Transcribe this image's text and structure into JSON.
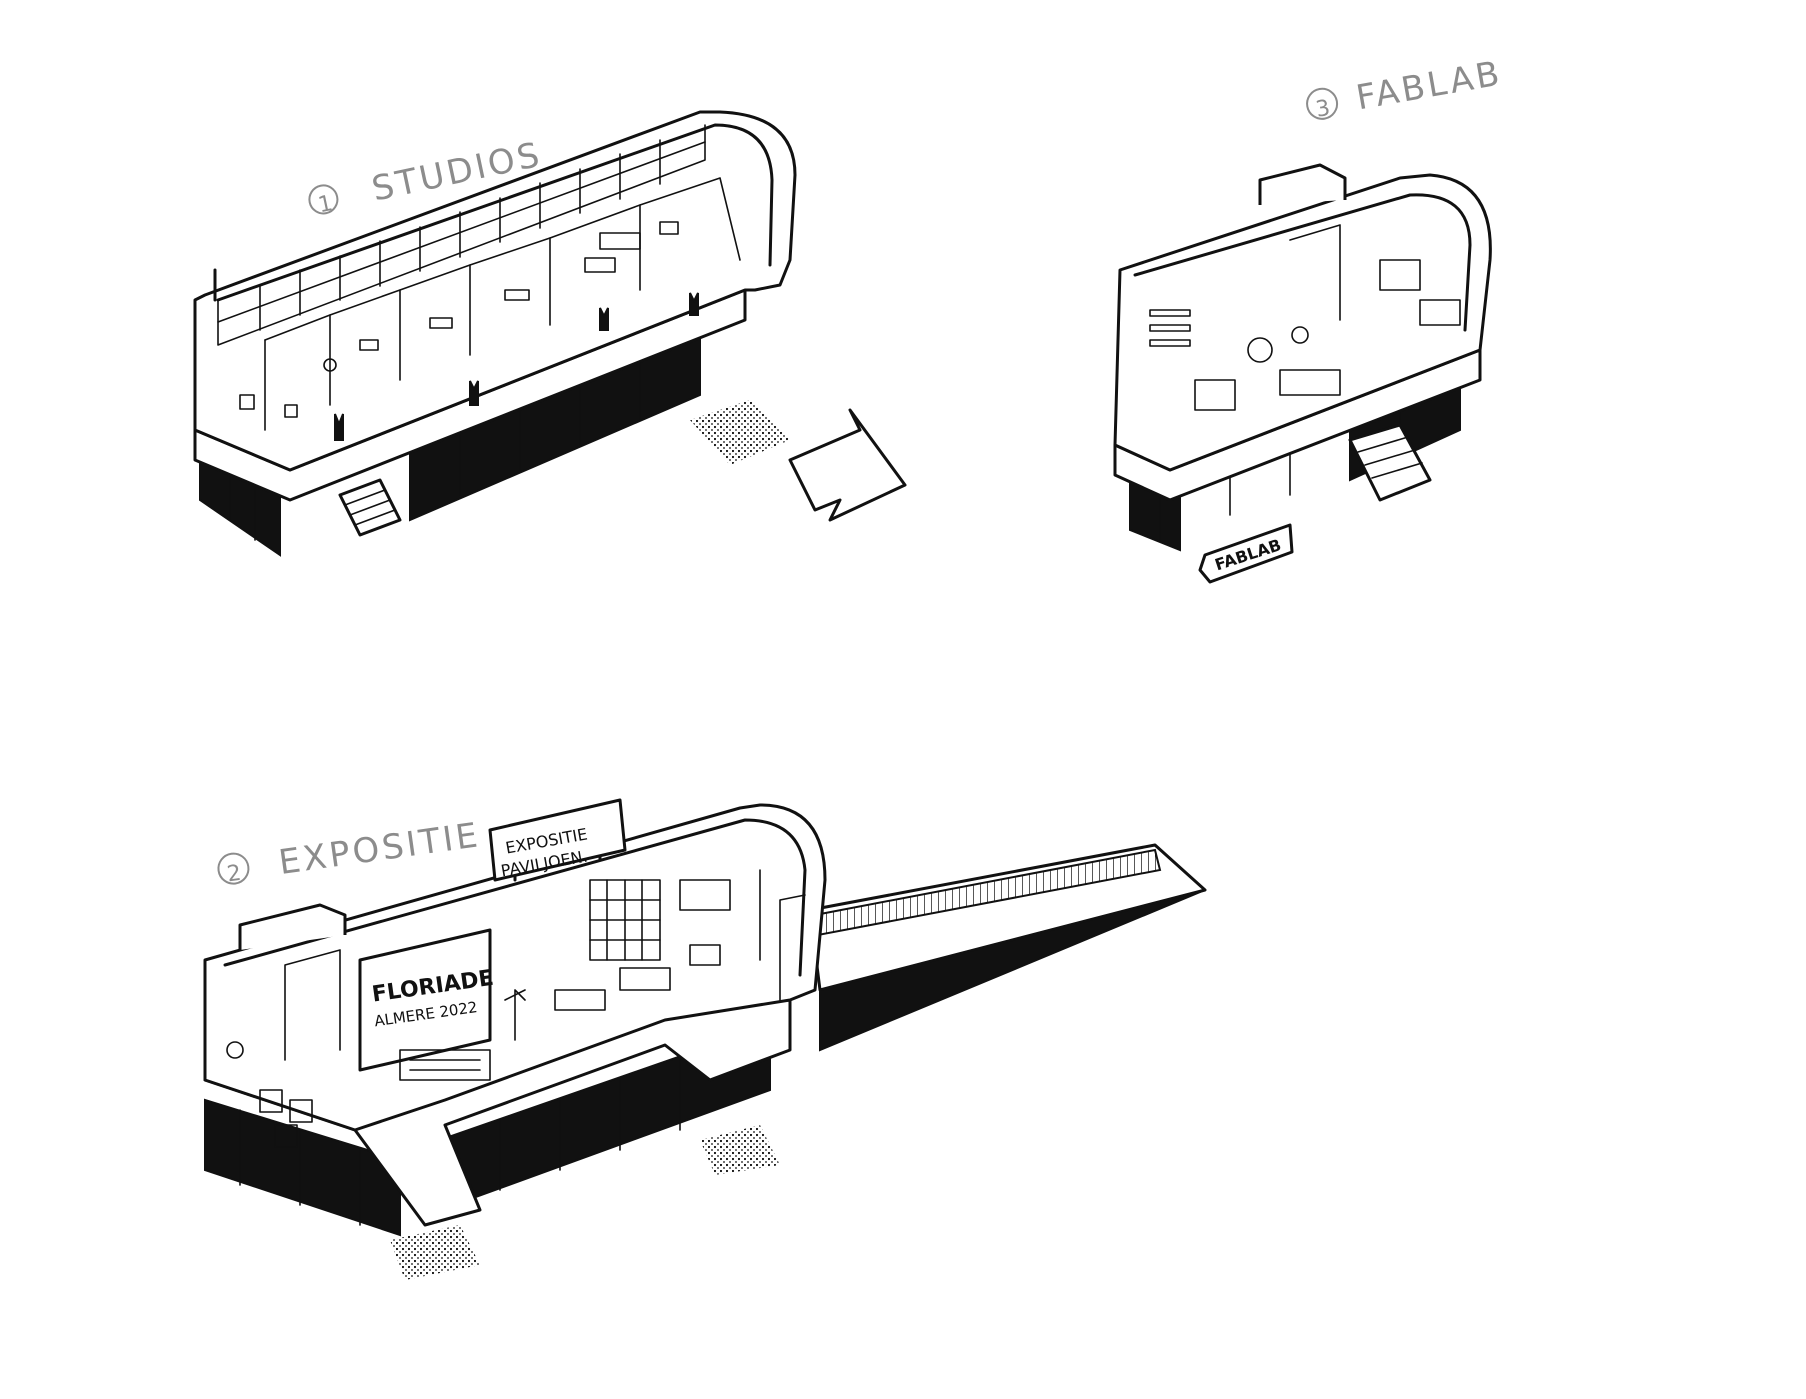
{
  "labels": {
    "studios": {
      "number": "1",
      "text": "STUDIOS"
    },
    "fablab": {
      "number": "3",
      "text": "FABLAB"
    },
    "expositie": {
      "number": "2",
      "text": "EXPOSITIE"
    }
  },
  "signs": {
    "fablab_sign": "FABLAB",
    "pavilion_line1": "EXPOSITIE",
    "pavilion_line2": "PAVILJOEN.",
    "floriade_line1": "FLORIADE",
    "floriade_line2": "ALMERE 2022"
  },
  "colors": {
    "ink": "#111111",
    "pencil": "#8c8c8c",
    "paper": "#ffffff"
  }
}
